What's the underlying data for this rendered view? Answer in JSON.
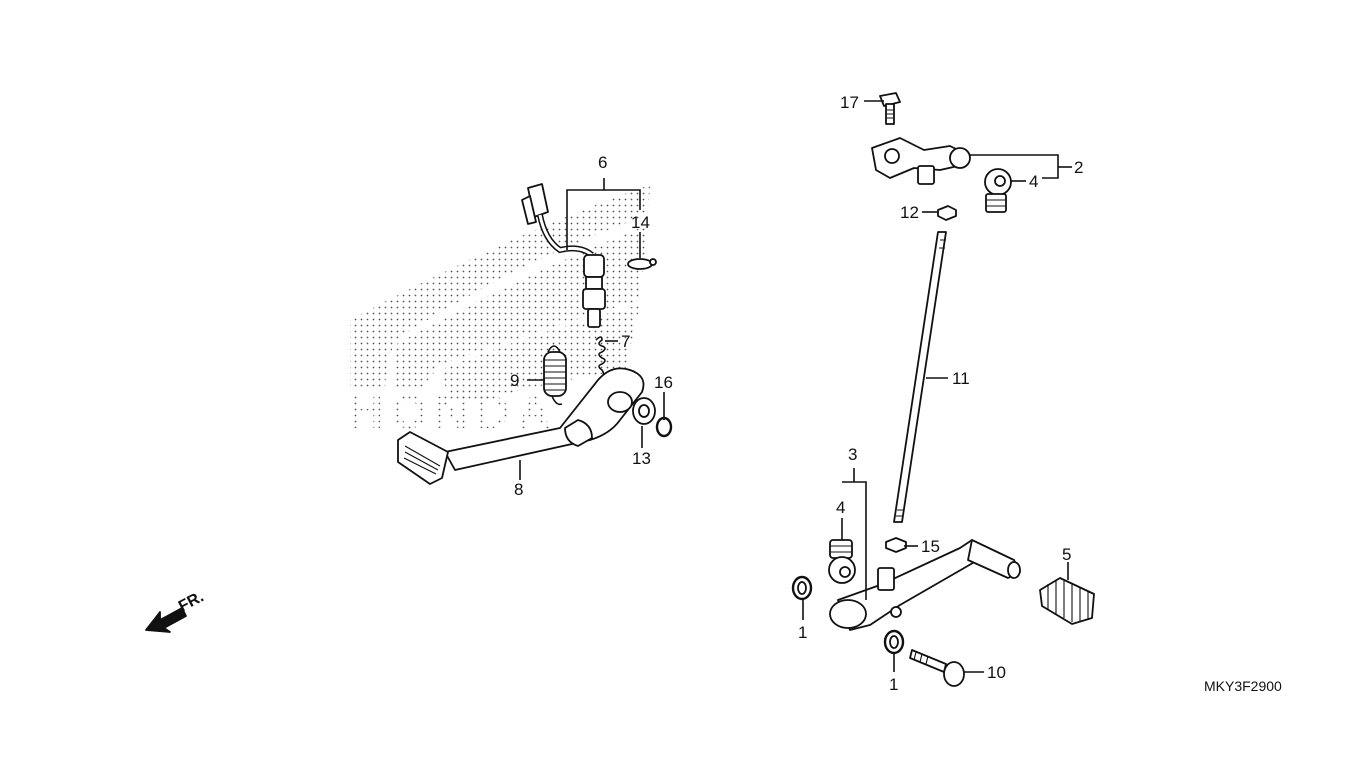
{
  "diagram_code": "MKY3F2900",
  "direction_label": "FR.",
  "watermark_logo": "HONDA",
  "callouts": {
    "c1a": "1",
    "c1b": "1",
    "c2": "2",
    "c3": "3",
    "c4a": "4",
    "c4b": "4",
    "c5": "5",
    "c6": "6",
    "c7": "7",
    "c8": "8",
    "c9": "9",
    "c10": "10",
    "c11": "11",
    "c12": "12",
    "c13": "13",
    "c14": "14",
    "c15": "15",
    "c16": "16",
    "c17": "17"
  },
  "colors": {
    "line": "#111111",
    "watermark_dots": "#555555",
    "background": "#ffffff"
  }
}
